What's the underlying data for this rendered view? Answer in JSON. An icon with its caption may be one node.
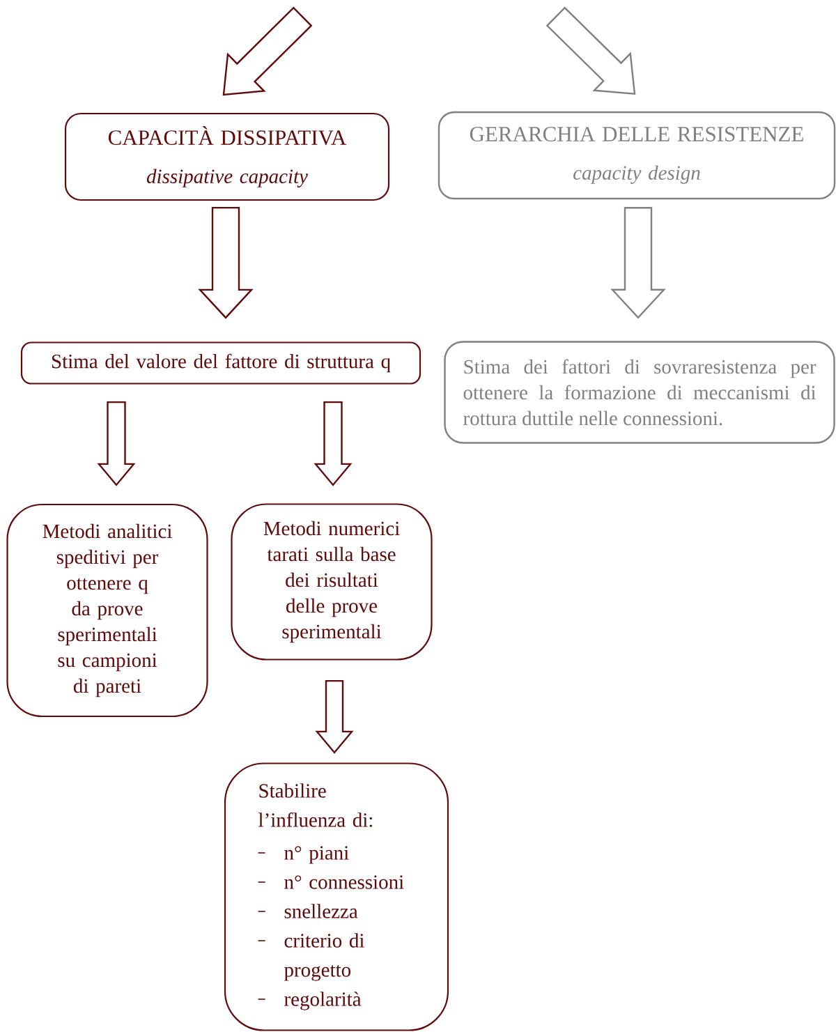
{
  "diagram": {
    "nodes": [
      {
        "text": [
          "CAPACITÀ DISSIPATIVA",
          "dissipative capacity"
        ]
      },
      {
        "text": [
          "GERARCHIA DELLE RESISTENZE",
          "capacity design"
        ]
      },
      {
        "text": [
          "Stima del valore del fattore di struttura q"
        ]
      },
      {
        "text": [
          "Stima dei fattori di sovraresistenza per ottenere la formazione di meccanismi di rottura duttile nelle connessioni."
        ]
      },
      {
        "text": [
          "Metodi analitici speditivi per ottenere q da prove sperimentali su campioni di pareti"
        ]
      },
      {
        "text": [
          "Metodi numerici tarati sulla base dei risultati delle prove sperimentali"
        ]
      },
      {
        "text": [
          "Stabilire l’influenza di:",
          "n° piani",
          "n° connessioni",
          "snellezza",
          "criterio di progetto",
          "regolarità"
        ]
      }
    ],
    "edges": [
      {
        "from": null,
        "to": 0,
        "arrow": "to"
      },
      {
        "from": null,
        "to": 1,
        "arrow": "to",
        "color": "#808080"
      },
      {
        "from": 0,
        "to": 2,
        "arrow": "to"
      },
      {
        "from": 1,
        "to": 3,
        "arrow": "to",
        "color": "#808080"
      },
      {
        "from": 2,
        "to": 4,
        "arrow": "to"
      },
      {
        "from": 2,
        "to": 5,
        "arrow": "to"
      },
      {
        "from": 5,
        "to": 6,
        "arrow": "to"
      }
    ]
  }
}
